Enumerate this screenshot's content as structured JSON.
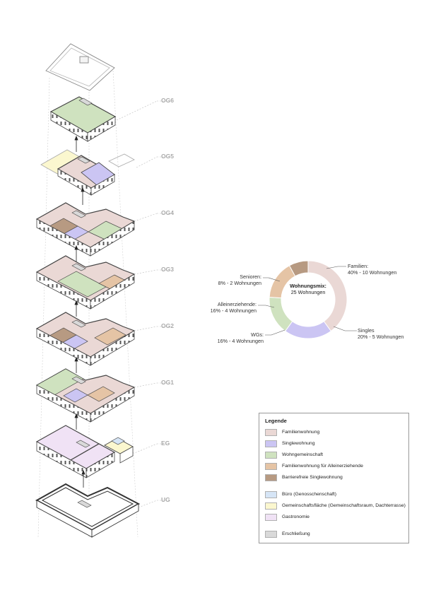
{
  "floors": [
    {
      "id": "og6",
      "label": "OG6"
    },
    {
      "id": "og5",
      "label": "OG5"
    },
    {
      "id": "og4",
      "label": "OG4"
    },
    {
      "id": "og3",
      "label": "OG3"
    },
    {
      "id": "og2",
      "label": "OG2"
    },
    {
      "id": "og1",
      "label": "OG1"
    },
    {
      "id": "eg",
      "label": "EG"
    },
    {
      "id": "ug",
      "label": "UG"
    }
  ],
  "mix": {
    "title": "Wohnungsmix:",
    "subtitle": "25 Wohnungen",
    "segments": [
      {
        "id": "familien",
        "line1": "Familien:",
        "line2": "40% - 10 Wohnungen",
        "percent": 40,
        "color": "#ead8d5"
      },
      {
        "id": "singles",
        "line1": "Singles",
        "line2": "20% - 5 Wohnungen",
        "percent": 20,
        "color": "#cbc5f3"
      },
      {
        "id": "wgs",
        "line1": "WGs:",
        "line2": "16% - 4 Wohnungen",
        "percent": 16,
        "color": "#cfe2bf"
      },
      {
        "id": "alleinerziehende",
        "line1": "Alleinerziehende:",
        "line2": "16% - 4 Wohnungen",
        "percent": 16,
        "color": "#e5c4a5"
      },
      {
        "id": "senioren",
        "line1": "Senioren:",
        "line2": "8% - 2 Wohnungen",
        "percent": 8,
        "color": "#b79a82"
      }
    ]
  },
  "legend": {
    "title": "Legende",
    "items": [
      {
        "label": "Familienwohnung",
        "color": "#ead8d5"
      },
      {
        "label": "Singlewohnung",
        "color": "#cbc5f3"
      },
      {
        "label": "Wohngemeinschaft",
        "color": "#cfe2bf"
      },
      {
        "label": "Familienwohnung für Alleinerziehende",
        "color": "#e5c4a5"
      },
      {
        "label": "Barrierefreie Singlewohnung",
        "color": "#b79a82"
      },
      {
        "label": "Büro (Genosschenschaft)",
        "color": "#d6e5f6"
      },
      {
        "label": "Gemeinschaftsfläche (Gemeinschaftsraum, Dachterrasse)",
        "color": "#fbf7cf"
      },
      {
        "label": "Gastronomie",
        "color": "#f0e2f5"
      },
      {
        "label": "Erschließung",
        "color": "#d9d9d9"
      }
    ]
  }
}
